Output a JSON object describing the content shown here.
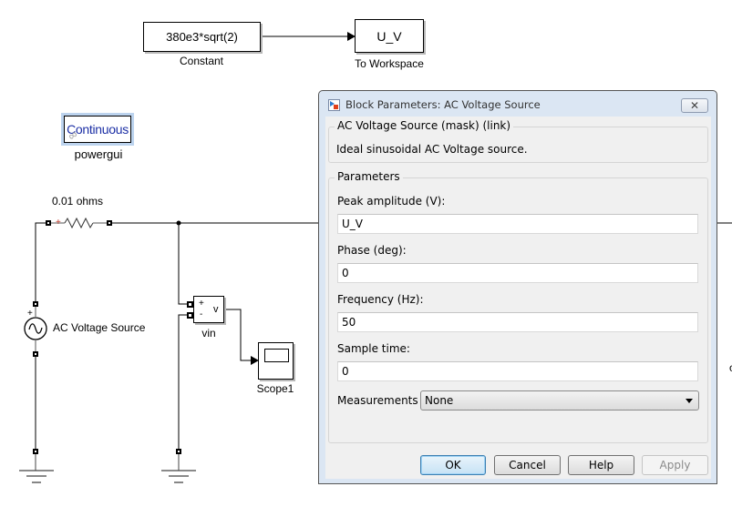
{
  "diagram": {
    "constant_block": {
      "value": "380e3*sqrt(2)",
      "label": "Constant"
    },
    "to_workspace_block": {
      "value": "U_V",
      "label": "To Workspace"
    },
    "powergui": {
      "mode": "Continuous",
      "label": "powergui"
    },
    "resistor": {
      "label": "0.01 ohms"
    },
    "ac_source": {
      "label": "AC Voltage Source"
    },
    "voltage_measurement": {
      "label": "vin",
      "port_plus": "+",
      "port_minus": "-",
      "output": "v"
    },
    "scope": {
      "label": "Scope1"
    },
    "partial_right_label": "c"
  },
  "dialog": {
    "title": "Block Parameters: AC Voltage Source",
    "close_icon": "close-icon",
    "mask_group_title": "AC Voltage Source (mask) (link)",
    "description": "Ideal sinusoidal AC Voltage source.",
    "params_group_title": "Parameters",
    "fields": [
      {
        "label": "Peak amplitude (V):",
        "value": "U_V"
      },
      {
        "label": "Phase (deg):",
        "value": "0"
      },
      {
        "label": "Frequency (Hz):",
        "value": "50"
      },
      {
        "label": "Sample time:",
        "value": "0"
      }
    ],
    "measurements": {
      "label": "Measurements",
      "value": "None"
    },
    "buttons": {
      "ok": "OK",
      "cancel": "Cancel",
      "help": "Help",
      "apply": "Apply"
    }
  }
}
